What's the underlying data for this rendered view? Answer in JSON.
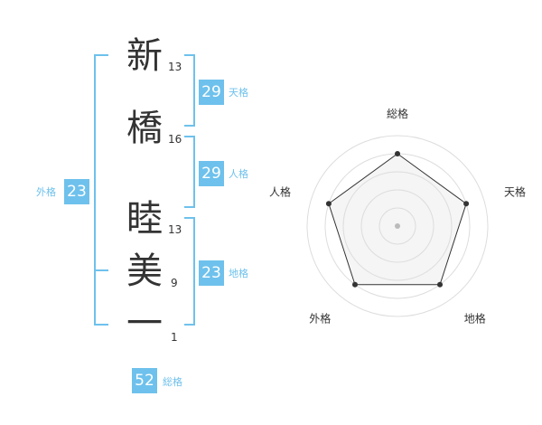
{
  "name": {
    "chars": [
      {
        "char": "新",
        "strokes": "13"
      },
      {
        "char": "橋",
        "strokes": "16"
      },
      {
        "char": "睦",
        "strokes": "13"
      },
      {
        "char": "美",
        "strokes": "9"
      },
      {
        "char": "一",
        "strokes": "1"
      }
    ]
  },
  "fortune": {
    "ten": {
      "label": "天格",
      "value": "29"
    },
    "jin": {
      "label": "人格",
      "value": "29"
    },
    "chi": {
      "label": "地格",
      "value": "23"
    },
    "gai": {
      "label": "外格",
      "value": "23"
    },
    "sou": {
      "label": "総格",
      "value": "52"
    }
  },
  "chart_data": {
    "type": "radar",
    "axes": [
      "総格",
      "天格",
      "地格",
      "外格",
      "人格"
    ],
    "values": [
      4,
      4,
      4,
      4,
      4
    ],
    "max": 5,
    "rings": 5,
    "colors": {
      "accent": "#6ec1ec",
      "line": "#333333",
      "fill": "#f2f2f2",
      "grid": "#dddddd"
    }
  }
}
